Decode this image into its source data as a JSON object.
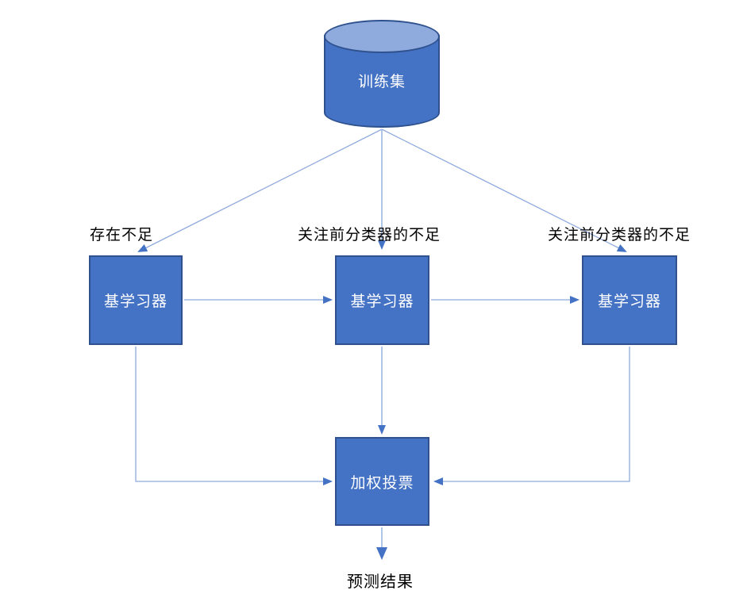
{
  "diagram": {
    "type": "flowchart",
    "topic": "boosting-ensemble-learning",
    "nodes": {
      "training_set": {
        "label": "训练集",
        "shape": "cylinder"
      },
      "base_learner_1": {
        "label": "基学习器",
        "shape": "rect"
      },
      "base_learner_2": {
        "label": "基学习器",
        "shape": "rect"
      },
      "base_learner_3": {
        "label": "基学习器",
        "shape": "rect"
      },
      "weighted_voting": {
        "label": "加权投票",
        "shape": "rect"
      },
      "prediction_result": {
        "label": "预测结果",
        "shape": "text"
      }
    },
    "annotations": {
      "base_learner_1": "存在不足",
      "base_learner_2": "关注前分类器的不足",
      "base_learner_3": "关注前分类器的不足"
    },
    "edges": [
      {
        "from": "training_set",
        "to": "base_learner_1"
      },
      {
        "from": "training_set",
        "to": "base_learner_2"
      },
      {
        "from": "training_set",
        "to": "base_learner_3"
      },
      {
        "from": "base_learner_1",
        "to": "base_learner_2"
      },
      {
        "from": "base_learner_2",
        "to": "base_learner_3"
      },
      {
        "from": "base_learner_1",
        "to": "weighted_voting"
      },
      {
        "from": "base_learner_2",
        "to": "weighted_voting"
      },
      {
        "from": "base_learner_3",
        "to": "weighted_voting"
      },
      {
        "from": "weighted_voting",
        "to": "prediction_result"
      }
    ],
    "colors": {
      "node_fill": "#4472C4",
      "node_border": "#2F528F",
      "cylinder_top_fill": "#8FAADC",
      "connector_line": "#8FAADC",
      "connector_line_light": "#AEC6EA",
      "arrowhead": "#4472C4",
      "node_text": "#FFFFFF",
      "annotation_text": "#000000",
      "background": "#FFFFFF"
    }
  }
}
